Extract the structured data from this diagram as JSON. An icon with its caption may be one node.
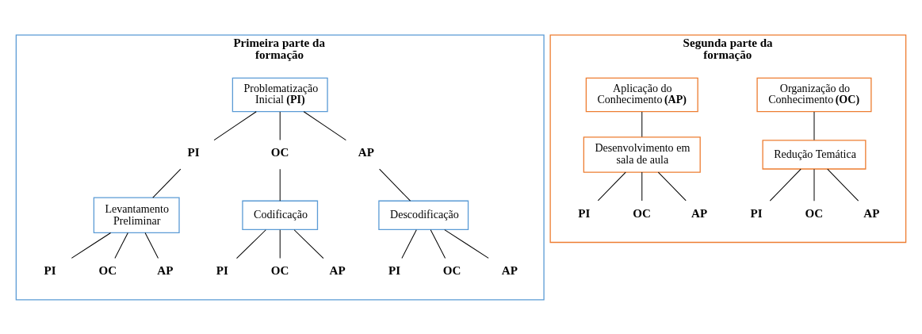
{
  "diagram": {
    "nodes": [
      {
        "text": [
          "Primeira parte da formação"
        ]
      },
      {
        "text": [
          "Problematização Inicial **(PI)**"
        ],
        "in": 0
      },
      {
        "text": [
          "PI"
        ],
        "in": 0
      },
      {
        "text": [
          "OC"
        ],
        "in": 0
      },
      {
        "text": [
          "AP"
        ],
        "in": 0
      },
      {
        "text": [
          "Levantamento Preliminar"
        ],
        "in": 0
      },
      {
        "text": [
          "Codificação"
        ],
        "in": 0
      },
      {
        "text": [
          "Descodificação"
        ],
        "in": 0
      },
      {
        "text": [
          "PI"
        ],
        "in": 0
      },
      {
        "text": [
          "OC"
        ],
        "in": 0
      },
      {
        "text": [
          "AP"
        ],
        "in": 0
      },
      {
        "text": [
          "PI"
        ],
        "in": 0
      },
      {
        "text": [
          "OC"
        ],
        "in": 0
      },
      {
        "text": [
          "AP"
        ],
        "in": 0
      },
      {
        "text": [
          "PI"
        ],
        "in": 0
      },
      {
        "text": [
          "OC"
        ],
        "in": 0
      },
      {
        "text": [
          "AP"
        ],
        "in": 0
      },
      {
        "text": [
          "Segunda parte da formação"
        ]
      },
      {
        "text": [
          "Organização do Conhecimento **(OC)**"
        ],
        "in": 17
      },
      {
        "text": [
          "Aplicação do Conhecimento **(AP)**"
        ],
        "in": 17
      },
      {
        "text": [
          "Redução Temática"
        ],
        "in": 17
      },
      {
        "text": [
          "Desenvolvimento em sala de aula"
        ],
        "in": 17
      },
      {
        "text": [
          "PI"
        ],
        "in": 17
      },
      {
        "text": [
          "OC"
        ],
        "in": 17
      },
      {
        "text": [
          "AP"
        ],
        "in": 17
      },
      {
        "text": [
          "PI"
        ],
        "in": 17
      },
      {
        "text": [
          "OC"
        ],
        "in": 17
      },
      {
        "text": [
          "AP"
        ],
        "in": 17
      }
    ],
    "edges": [
      {
        "from": 1,
        "to": 2,
        "arrow": "none"
      },
      {
        "from": 1,
        "to": 3,
        "arrow": "none"
      },
      {
        "from": 1,
        "to": 4,
        "arrow": "none"
      },
      {
        "from": 2,
        "to": 5,
        "arrow": "none"
      },
      {
        "from": 3,
        "to": 6,
        "arrow": "none"
      },
      {
        "from": 4,
        "to": 7,
        "arrow": "none"
      },
      {
        "from": 5,
        "to": 8,
        "arrow": "none"
      },
      {
        "from": 5,
        "to": 9,
        "arrow": "none"
      },
      {
        "from": 5,
        "to": 10,
        "arrow": "none"
      },
      {
        "from": 6,
        "to": 11,
        "arrow": "none"
      },
      {
        "from": 6,
        "to": 12,
        "arrow": "none"
      },
      {
        "from": 6,
        "to": 13,
        "arrow": "none"
      },
      {
        "from": 7,
        "to": 14,
        "arrow": "none"
      },
      {
        "from": 7,
        "to": 15,
        "arrow": "none"
      },
      {
        "from": 7,
        "to": 16,
        "arrow": "none"
      },
      {
        "from": 18,
        "to": 20,
        "arrow": "none"
      },
      {
        "from": 19,
        "to": 21,
        "arrow": "none"
      },
      {
        "from": 20,
        "to": 22,
        "arrow": "none"
      },
      {
        "from": 20,
        "to": 23,
        "arrow": "none"
      },
      {
        "from": 20,
        "to": 24,
        "arrow": "none"
      },
      {
        "from": 21,
        "to": 25,
        "arrow": "none"
      },
      {
        "from": 21,
        "to": 26,
        "arrow": "none"
      },
      {
        "from": 21,
        "to": 27,
        "arrow": "none"
      }
    ]
  }
}
